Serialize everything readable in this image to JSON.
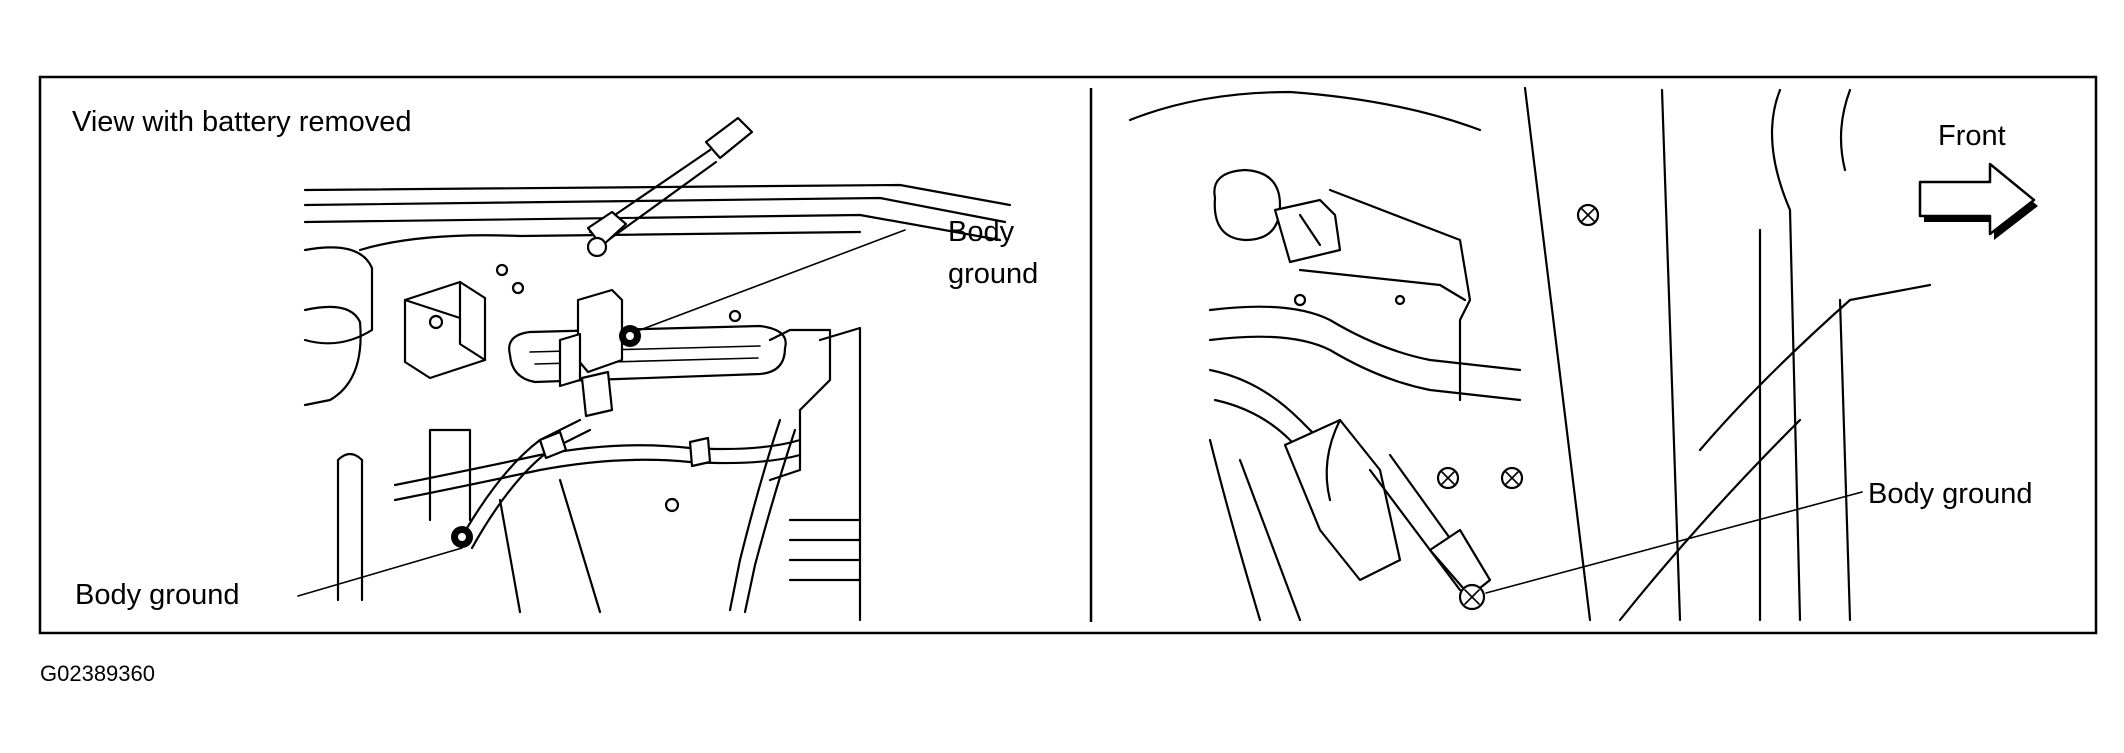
{
  "left_panel": {
    "caption": "View with battery removed",
    "callout_upper": {
      "line1": "Body",
      "line2": "ground"
    },
    "callout_lower": "Body ground"
  },
  "right_panel": {
    "direction_label": "Front",
    "callout": "Body ground"
  },
  "figure_code": "G02389360",
  "icons": [
    "front-arrow-icon",
    "bolt-icon"
  ]
}
